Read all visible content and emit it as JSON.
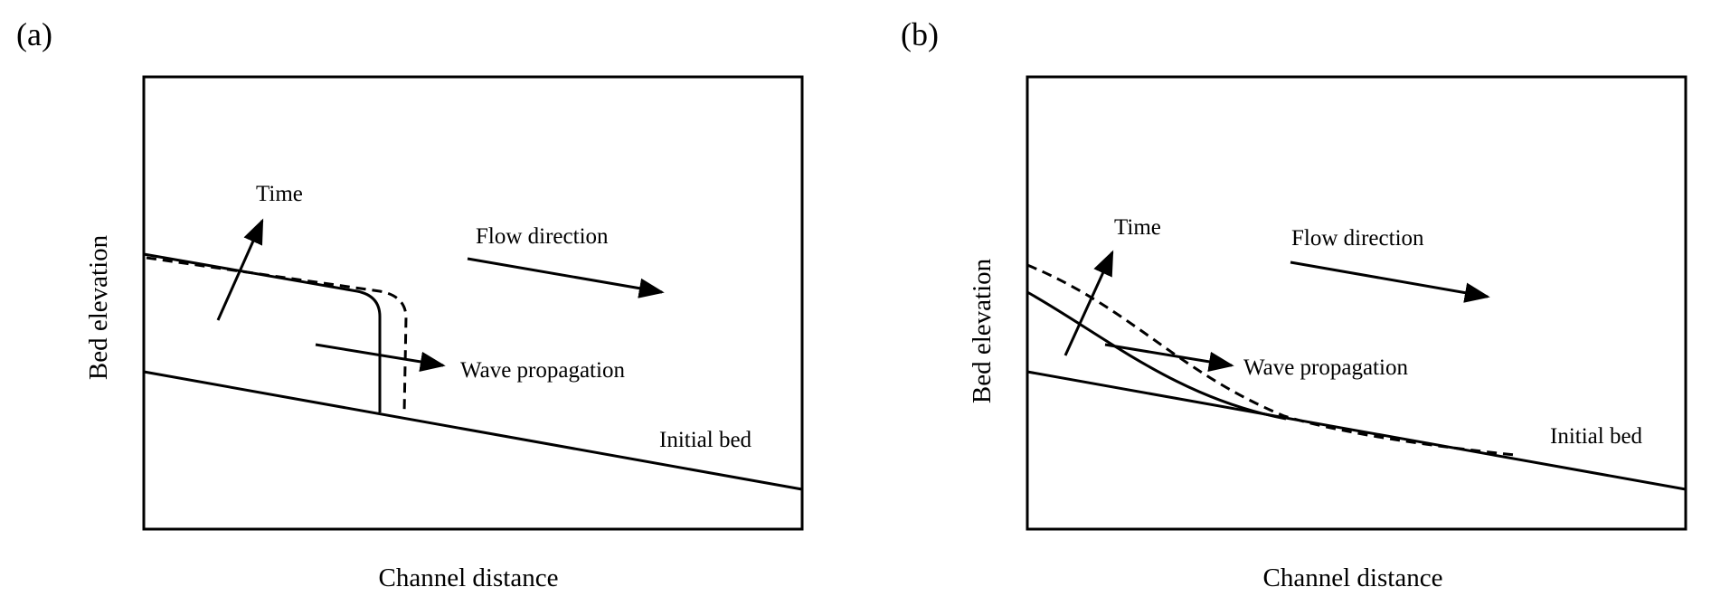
{
  "panels": [
    {
      "tag": "(a)",
      "xlabel": "Channel distance",
      "ylabel": "Bed elevation",
      "labels": {
        "time": "Time",
        "flow": "Flow direction",
        "wave": "Wave propagation",
        "initial_bed": "Initial bed"
      }
    },
    {
      "tag": "(b)",
      "xlabel": "Channel distance",
      "ylabel": "Bed elevation",
      "labels": {
        "time": "Time",
        "flow": "Flow direction",
        "wave": "Wave propagation",
        "initial_bed": "Initial bed"
      }
    }
  ]
}
